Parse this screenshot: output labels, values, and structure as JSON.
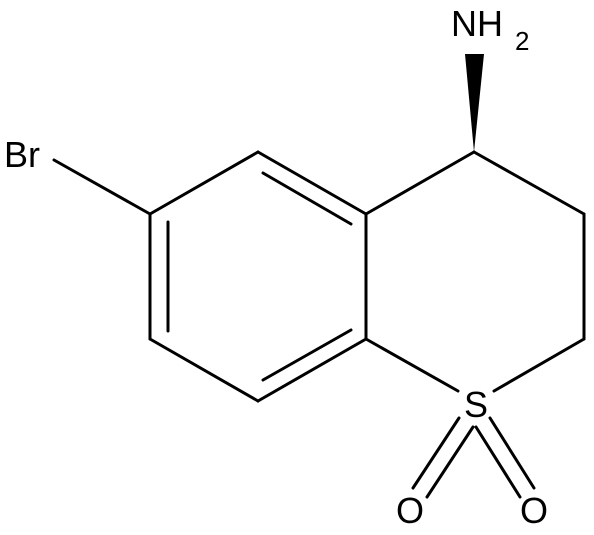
{
  "molecule": {
    "atoms": {
      "br": "Br",
      "n": "NH",
      "n_subscript": "2",
      "s": "S",
      "o1": "O",
      "o2": "O"
    },
    "line_color": "#000000",
    "background": "#ffffff"
  }
}
